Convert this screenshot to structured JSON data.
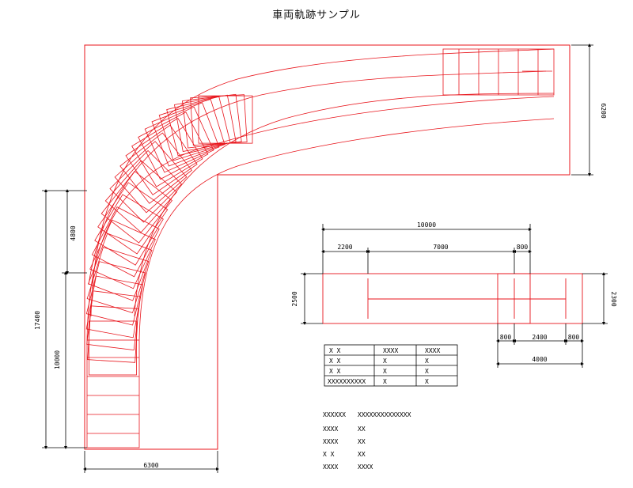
{
  "title": "車両軌跡サンプル",
  "colors": {
    "trace": "#e8141b",
    "dimension": "#000000",
    "background": "#ffffff"
  },
  "dimensions": {
    "road_width_top": "6200",
    "road_width_bottom": "6300",
    "vertical_total": "17400",
    "vertical_lower": "10000",
    "vertical_upper": "4800",
    "vehicle_total_length": "10000",
    "vehicle_front_overhang": "2200",
    "vehicle_wheelbase": "7000",
    "vehicle_rear_overhang": "800",
    "vehicle_width_left": "2500",
    "vehicle_width_right": "2300",
    "trailer_left": "800",
    "trailer_mid": "2400",
    "trailer_right": "800",
    "trailer_total": "4000"
  },
  "spec_table": {
    "rows": [
      [
        "X  X",
        "XXXX",
        "XXXX"
      ],
      [
        "X  X",
        "X",
        "X"
      ],
      [
        "X  X",
        "X",
        "X"
      ],
      [
        "XXXXXXXXXX",
        "X",
        "X"
      ]
    ]
  },
  "notes": [
    {
      "label": "XXXXXX",
      "value": "XXXXXXXXXXXXXX"
    },
    {
      "label": "XXXX",
      "value": "XX"
    },
    {
      "label": "XXXX",
      "value": "XX"
    },
    {
      "label": "X  X",
      "value": "XX"
    },
    {
      "label": "XXXX",
      "value": "XXXX"
    }
  ]
}
